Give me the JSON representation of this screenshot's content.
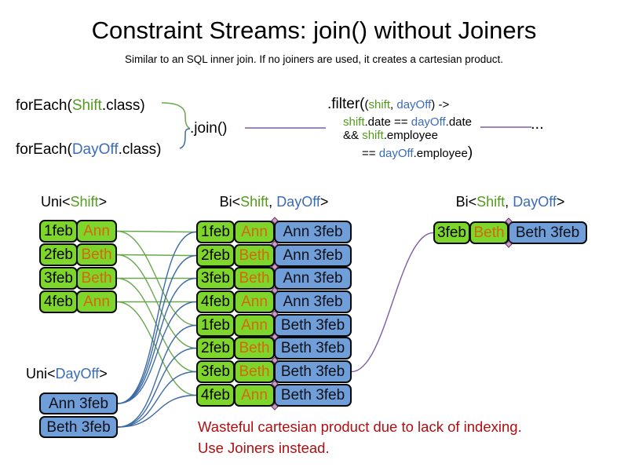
{
  "slide": {
    "title": "Constraint Streams: join() without Joiners",
    "subtitle": "Similar to an SQL inner join. If no joiners are used, it creates a cartesian product."
  },
  "code": {
    "foreach_shift": [
      {
        "text": "forEach(",
        "cls": "plain"
      },
      {
        "text": "Shift",
        "cls": "green"
      },
      {
        "text": ".class)",
        "cls": "plain"
      }
    ],
    "foreach_dayoff": [
      {
        "text": "forEach(",
        "cls": "plain"
      },
      {
        "text": "DayOff",
        "cls": "blue"
      },
      {
        "text": ".class)",
        "cls": "plain"
      }
    ],
    "join_label": ".join()",
    "filter_lines": [
      [
        {
          "text": ".filter(",
          "cls": "big"
        },
        {
          "text": "(",
          "cls": "plain"
        },
        {
          "text": "shift",
          "cls": "green"
        },
        {
          "text": ", ",
          "cls": "plain"
        },
        {
          "text": "dayOff",
          "cls": "blue"
        },
        {
          "text": ") ->",
          "cls": "plain"
        }
      ],
      [
        {
          "text": "shift",
          "cls": "green"
        },
        {
          "text": ".date == ",
          "cls": "plain"
        },
        {
          "text": "dayOff",
          "cls": "blue"
        },
        {
          "text": ".date",
          "cls": "plain"
        }
      ],
      [
        {
          "text": "&& ",
          "cls": "plain"
        },
        {
          "text": "shift",
          "cls": "green"
        },
        {
          "text": ".employee",
          "cls": "plain"
        }
      ],
      [
        {
          "text": "== ",
          "cls": "plain"
        },
        {
          "text": "dayOff",
          "cls": "blue"
        },
        {
          "text": ".employee",
          "cls": "plain"
        },
        {
          "text": ")",
          "cls": "big"
        }
      ]
    ],
    "ellipsis": "..."
  },
  "headers": {
    "uni_shift": [
      {
        "text": "Uni<",
        "cls": "plain"
      },
      {
        "text": "Shift",
        "cls": "green"
      },
      {
        "text": ">",
        "cls": "plain"
      }
    ],
    "uni_dayoff": [
      {
        "text": "Uni<",
        "cls": "plain"
      },
      {
        "text": "DayOff",
        "cls": "blue"
      },
      {
        "text": ">",
        "cls": "plain"
      }
    ],
    "bi": [
      {
        "text": "Bi<",
        "cls": "plain"
      },
      {
        "text": "Shift",
        "cls": "green"
      },
      {
        "text": ", ",
        "cls": "plain"
      },
      {
        "text": "DayOff",
        "cls": "blue"
      },
      {
        "text": ">",
        "cls": "plain"
      }
    ]
  },
  "uni_shift_rows": [
    {
      "date": "1feb",
      "employee": "Ann"
    },
    {
      "date": "2feb",
      "employee": "Beth"
    },
    {
      "date": "3feb",
      "employee": "Beth"
    },
    {
      "date": "4feb",
      "employee": "Ann"
    }
  ],
  "uni_dayoff_rows": [
    "Ann 3feb",
    "Beth 3feb"
  ],
  "bi_rows": [
    {
      "date": "1feb",
      "employee": "Ann",
      "dayoff": "Ann 3feb"
    },
    {
      "date": "2feb",
      "employee": "Beth",
      "dayoff": "Ann 3feb"
    },
    {
      "date": "3feb",
      "employee": "Beth",
      "dayoff": "Ann 3feb"
    },
    {
      "date": "4feb",
      "employee": "Ann",
      "dayoff": "Ann 3feb"
    },
    {
      "date": "1feb",
      "employee": "Ann",
      "dayoff": "Beth 3feb"
    },
    {
      "date": "2feb",
      "employee": "Beth",
      "dayoff": "Beth 3feb"
    },
    {
      "date": "3feb",
      "employee": "Beth",
      "dayoff": "Beth 3feb"
    },
    {
      "date": "4feb",
      "employee": "Ann",
      "dayoff": "Beth 3feb"
    }
  ],
  "result_rows": [
    {
      "date": "3feb",
      "employee": "Beth",
      "dayoff": "Beth 3feb"
    }
  ],
  "connections": {
    "shift_to_bi": [
      [
        0,
        0
      ],
      [
        0,
        4
      ],
      [
        1,
        1
      ],
      [
        1,
        5
      ],
      [
        2,
        2
      ],
      [
        2,
        6
      ],
      [
        3,
        3
      ],
      [
        3,
        7
      ]
    ],
    "dayoff_to_bi": [
      [
        0,
        0
      ],
      [
        0,
        1
      ],
      [
        0,
        2
      ],
      [
        0,
        3
      ],
      [
        1,
        4
      ],
      [
        1,
        5
      ],
      [
        1,
        6
      ],
      [
        1,
        7
      ]
    ],
    "bi_to_result": [
      [
        6,
        0
      ]
    ]
  },
  "warning": {
    "line1": "Wasteful cartesian product due to lack of indexing.",
    "line2": "Use Joiners instead."
  },
  "colors": {
    "green_fill": "#7ed62c",
    "blue_fill": "#6f9ed9",
    "orange_text": "#d5680d",
    "code_green": "#549b1d",
    "code_blue": "#3b6cb8",
    "line_green": "#6aa84f",
    "line_blue": "#3d6ba5",
    "line_purple": "#7d5fa5",
    "warning_red": "#b00e10"
  }
}
